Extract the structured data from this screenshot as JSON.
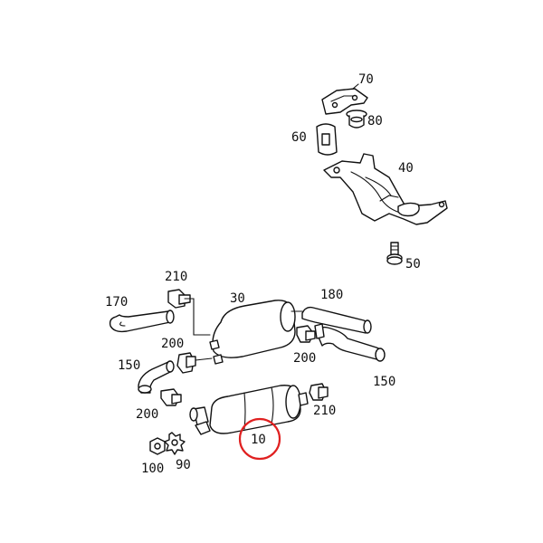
{
  "labels": {
    "p10": "10",
    "p30": "30",
    "p40": "40",
    "p50": "50",
    "p60": "60",
    "p70": "70",
    "p80": "80",
    "p90": "90",
    "p100": "100",
    "p150_left": "150",
    "p150_right": "150",
    "p170": "170",
    "p180": "180",
    "p200_upper": "200",
    "p200_lower": "200",
    "p200_right": "200",
    "p210_top": "210",
    "p210_right": "210"
  },
  "highlight": {
    "label": "10",
    "color": "#e02020"
  },
  "colors": {
    "line": "#111111",
    "background": "#ffffff"
  }
}
